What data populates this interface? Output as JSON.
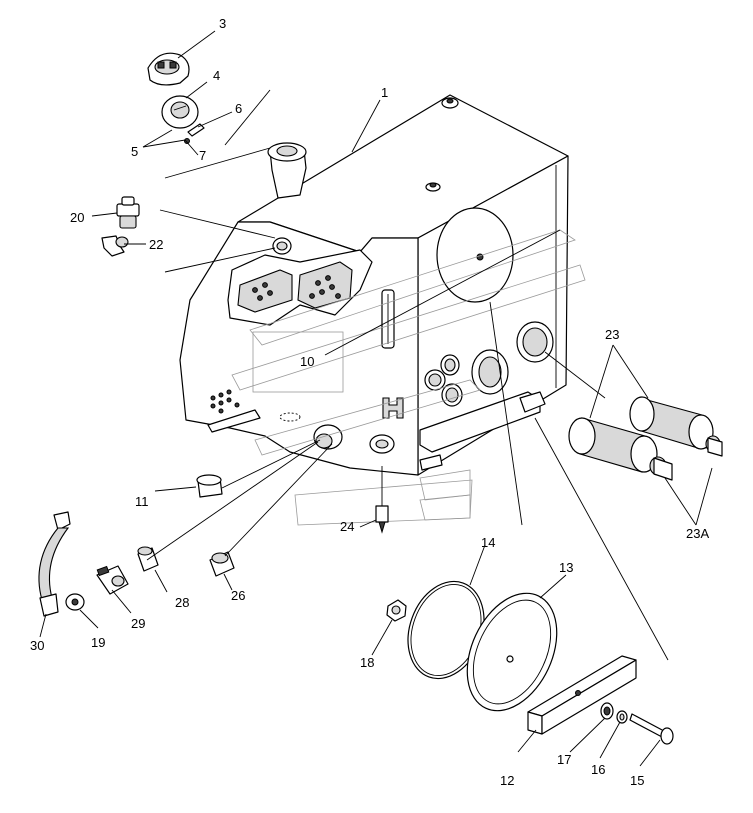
{
  "callouts": {
    "c1": "1",
    "c3": "3",
    "c4": "4",
    "c5": "5",
    "c6": "6",
    "c7": "7",
    "c10": "10",
    "c11": "11",
    "c12": "12",
    "c13": "13",
    "c14": "14",
    "c15": "15",
    "c16": "16",
    "c17": "17",
    "c18": "18",
    "c19": "19",
    "c20": "20",
    "c22": "22",
    "c23": "23",
    "c23a": "23A",
    "c24": "24",
    "c26": "26",
    "c28": "28",
    "c29": "29",
    "c30": "30"
  }
}
